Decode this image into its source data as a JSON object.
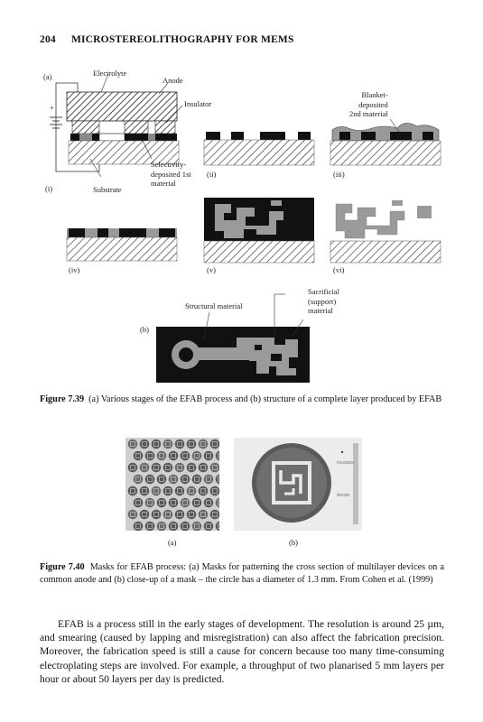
{
  "header": {
    "page_number": "204",
    "running_title": "MICROSTEREOLITHOGRAPHY FOR MEMS"
  },
  "fig39": {
    "part_a": "(a)",
    "electrolyte": "Electrolyte",
    "anode": "Anode",
    "insulator": "Insulator",
    "blanket": [
      "Blanket-",
      "deposited",
      "2nd material"
    ],
    "selectivity": [
      "Selectivity-",
      "deposited 1st",
      "material"
    ],
    "substrate": "Substrate",
    "steps": [
      "(i)",
      "(ii)",
      "(iii)",
      "(iv)",
      "(v)",
      "(vi)"
    ],
    "part_b": "(b)",
    "structural": "Structural material",
    "sacrificial": [
      "Sacrificial",
      "(support)",
      "material"
    ],
    "caption_label": "Figure 7.39",
    "caption_text": "(a) Various stages of the EFAB process and (b) structure of a complete layer produced by EFAB"
  },
  "fig40": {
    "part_a": "(a)",
    "part_b": "(b)",
    "insulator_small": "Insulator",
    "anode_small": "Anode",
    "caption_label": "Figure 7.40",
    "caption_text": "Masks for EFAB process: (a) Masks for patterning the cross section of multilayer devices on a common anode and (b) close-up of a mask – the circle has a diameter of 1.3 mm. From Cohen et al. (1999)"
  },
  "paragraph": "EFAB is a process still in the early stages of development. The resolution is around 25 µm, and smearing (caused by lapping and misregistration) can also affect the fabrication precision. Moreover, the fabrication speed is still a cause for concern because too many time-consuming electroplating steps are involved. For example, a throughput of two planarised 5 mm layers per hour or about 50 layers per day is predicted."
}
